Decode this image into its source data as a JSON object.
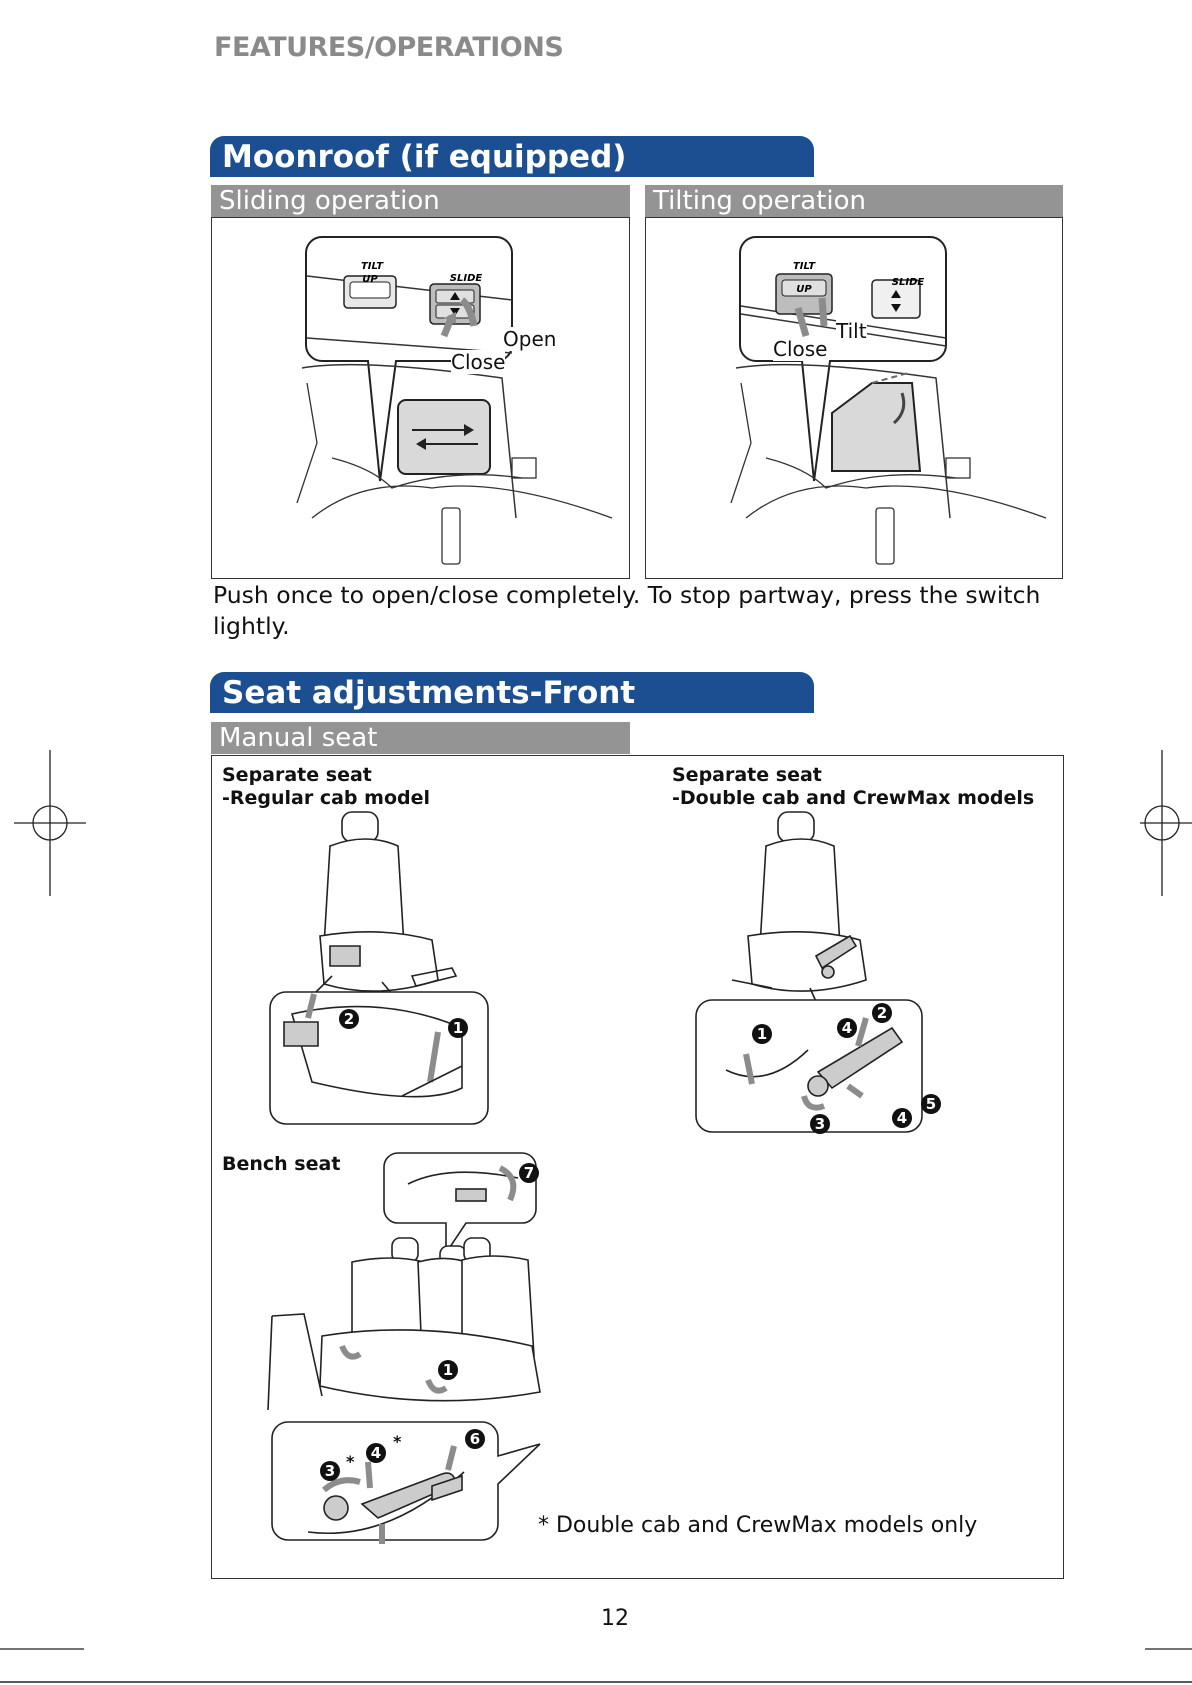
{
  "header": {
    "section": "FEATURES/OPERATIONS"
  },
  "moonroof": {
    "title": "Moonroof (if equipped)",
    "sliding": {
      "heading": "Sliding operation",
      "switch_tilt": "TILT",
      "switch_up": "UP",
      "switch_slide": "SLIDE",
      "open": "Open",
      "close": "Close"
    },
    "tilting": {
      "heading": "Tilting operation",
      "switch_tilt": "TILT",
      "switch_up": "UP",
      "switch_slide": "SLIDE",
      "tilt": "Tilt",
      "close": "Close"
    },
    "note": "Push once to open/close completely. To stop partway, press the switch lightly."
  },
  "seats": {
    "title": "Seat adjustments-Front",
    "manual": {
      "heading": "Manual seat",
      "regular_cab_line1": "Separate seat",
      "regular_cab_line2": "-Regular cab model",
      "double_cab_line1": "Separate seat",
      "double_cab_line2": "-Double cab and CrewMax models",
      "bench": "Bench seat",
      "asterisk": "*",
      "footnote": "* Double cab and CrewMax models only"
    }
  },
  "page_number": "12"
}
